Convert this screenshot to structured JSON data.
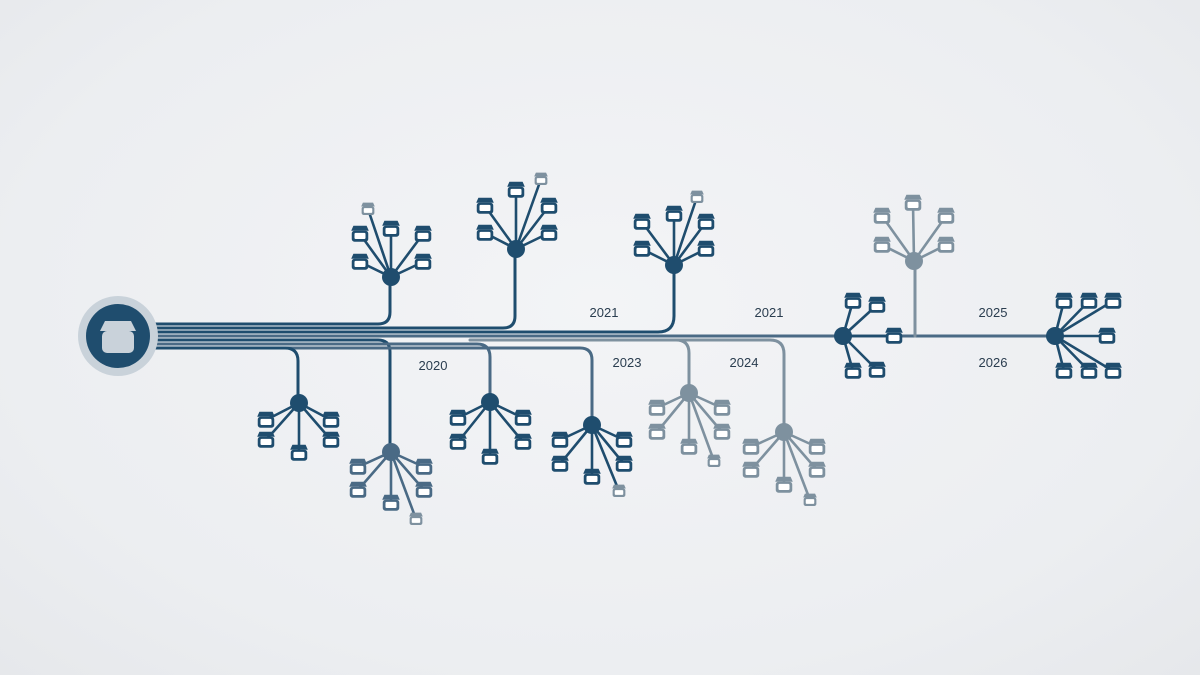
{
  "diagram": {
    "title": "",
    "root": {
      "icon": "storefront-icon"
    },
    "year_labels": [
      "2021",
      "2021",
      "2025",
      "2020",
      "2023",
      "2024",
      "2026"
    ],
    "branches": [
      {
        "id": "b1",
        "tone": "dark",
        "icon": "storefront-icon"
      },
      {
        "id": "b2",
        "tone": "dark",
        "icon": "storefront-icon"
      },
      {
        "id": "b3",
        "tone": "dark",
        "icon": "storefront-icon"
      },
      {
        "id": "b4",
        "tone": "light",
        "icon": "storefront-icon"
      },
      {
        "id": "b5",
        "tone": "dark",
        "icon": "storefront-icon"
      },
      {
        "id": "b6",
        "tone": "dark",
        "icon": "storefront-icon"
      },
      {
        "id": "b7",
        "tone": "dark",
        "icon": "storefront-icon"
      },
      {
        "id": "b8",
        "tone": "mid",
        "icon": "storefront-icon"
      },
      {
        "id": "b9",
        "tone": "dark",
        "icon": "storefront-icon"
      },
      {
        "id": "b10",
        "tone": "light",
        "icon": "storefront-icon"
      },
      {
        "id": "b11",
        "tone": "light",
        "icon": "storefront-icon"
      },
      {
        "id": "b12",
        "tone": "dark",
        "icon": "storefront-icon"
      }
    ],
    "colors": {
      "dark": "#1f4d6e",
      "mid": "#4a6a85",
      "light": "#7e919f",
      "root_ring": "#c9d2da"
    }
  }
}
